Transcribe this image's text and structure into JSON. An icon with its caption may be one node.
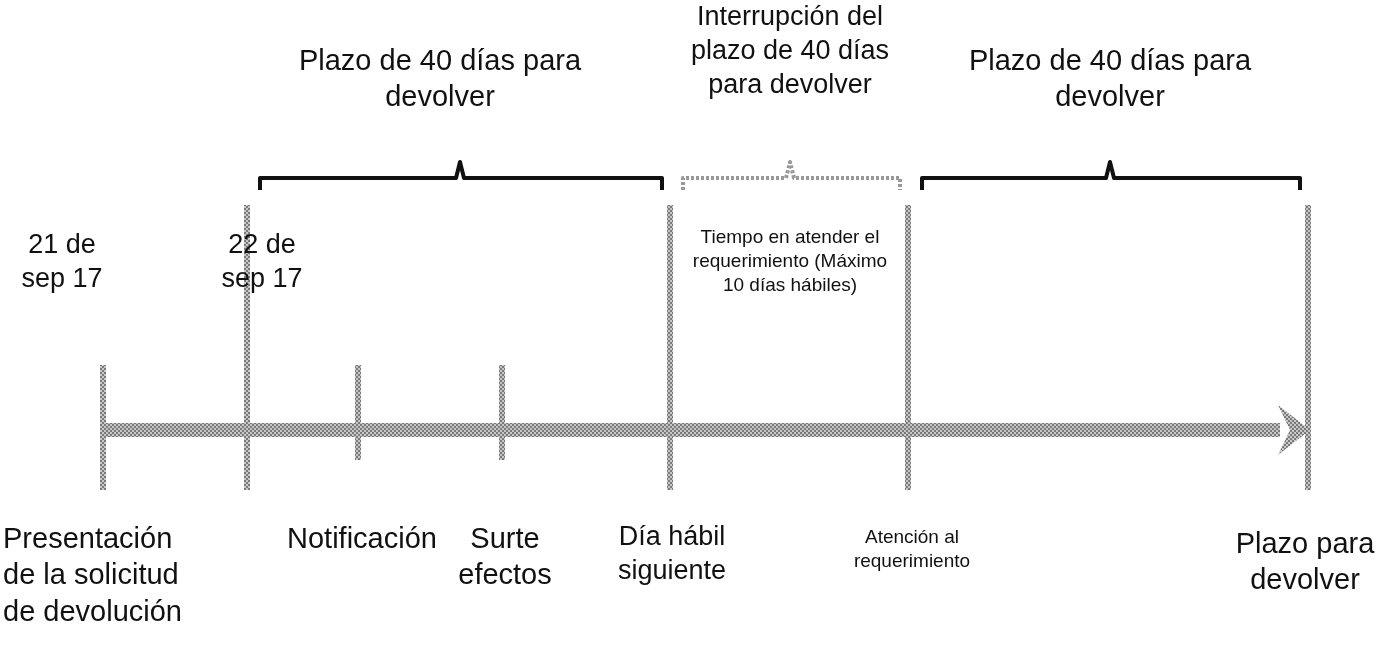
{
  "diagram": {
    "labels": [
      "Plazo de 40 días para devolver",
      "Interrupción del plazo de 40 días para devolver",
      "Plazo de 40 días para devolver",
      "21 de sep 17",
      "22 de sep 17",
      "Tiempo en atender el requerimiento (Máximo 10 días hábiles)",
      "Presentación de la solicitud de devolución",
      "Notificación",
      "Surte efectos",
      "Día hábil siguiente",
      "Atención al requerimiento",
      "Plazo para devolver"
    ]
  }
}
